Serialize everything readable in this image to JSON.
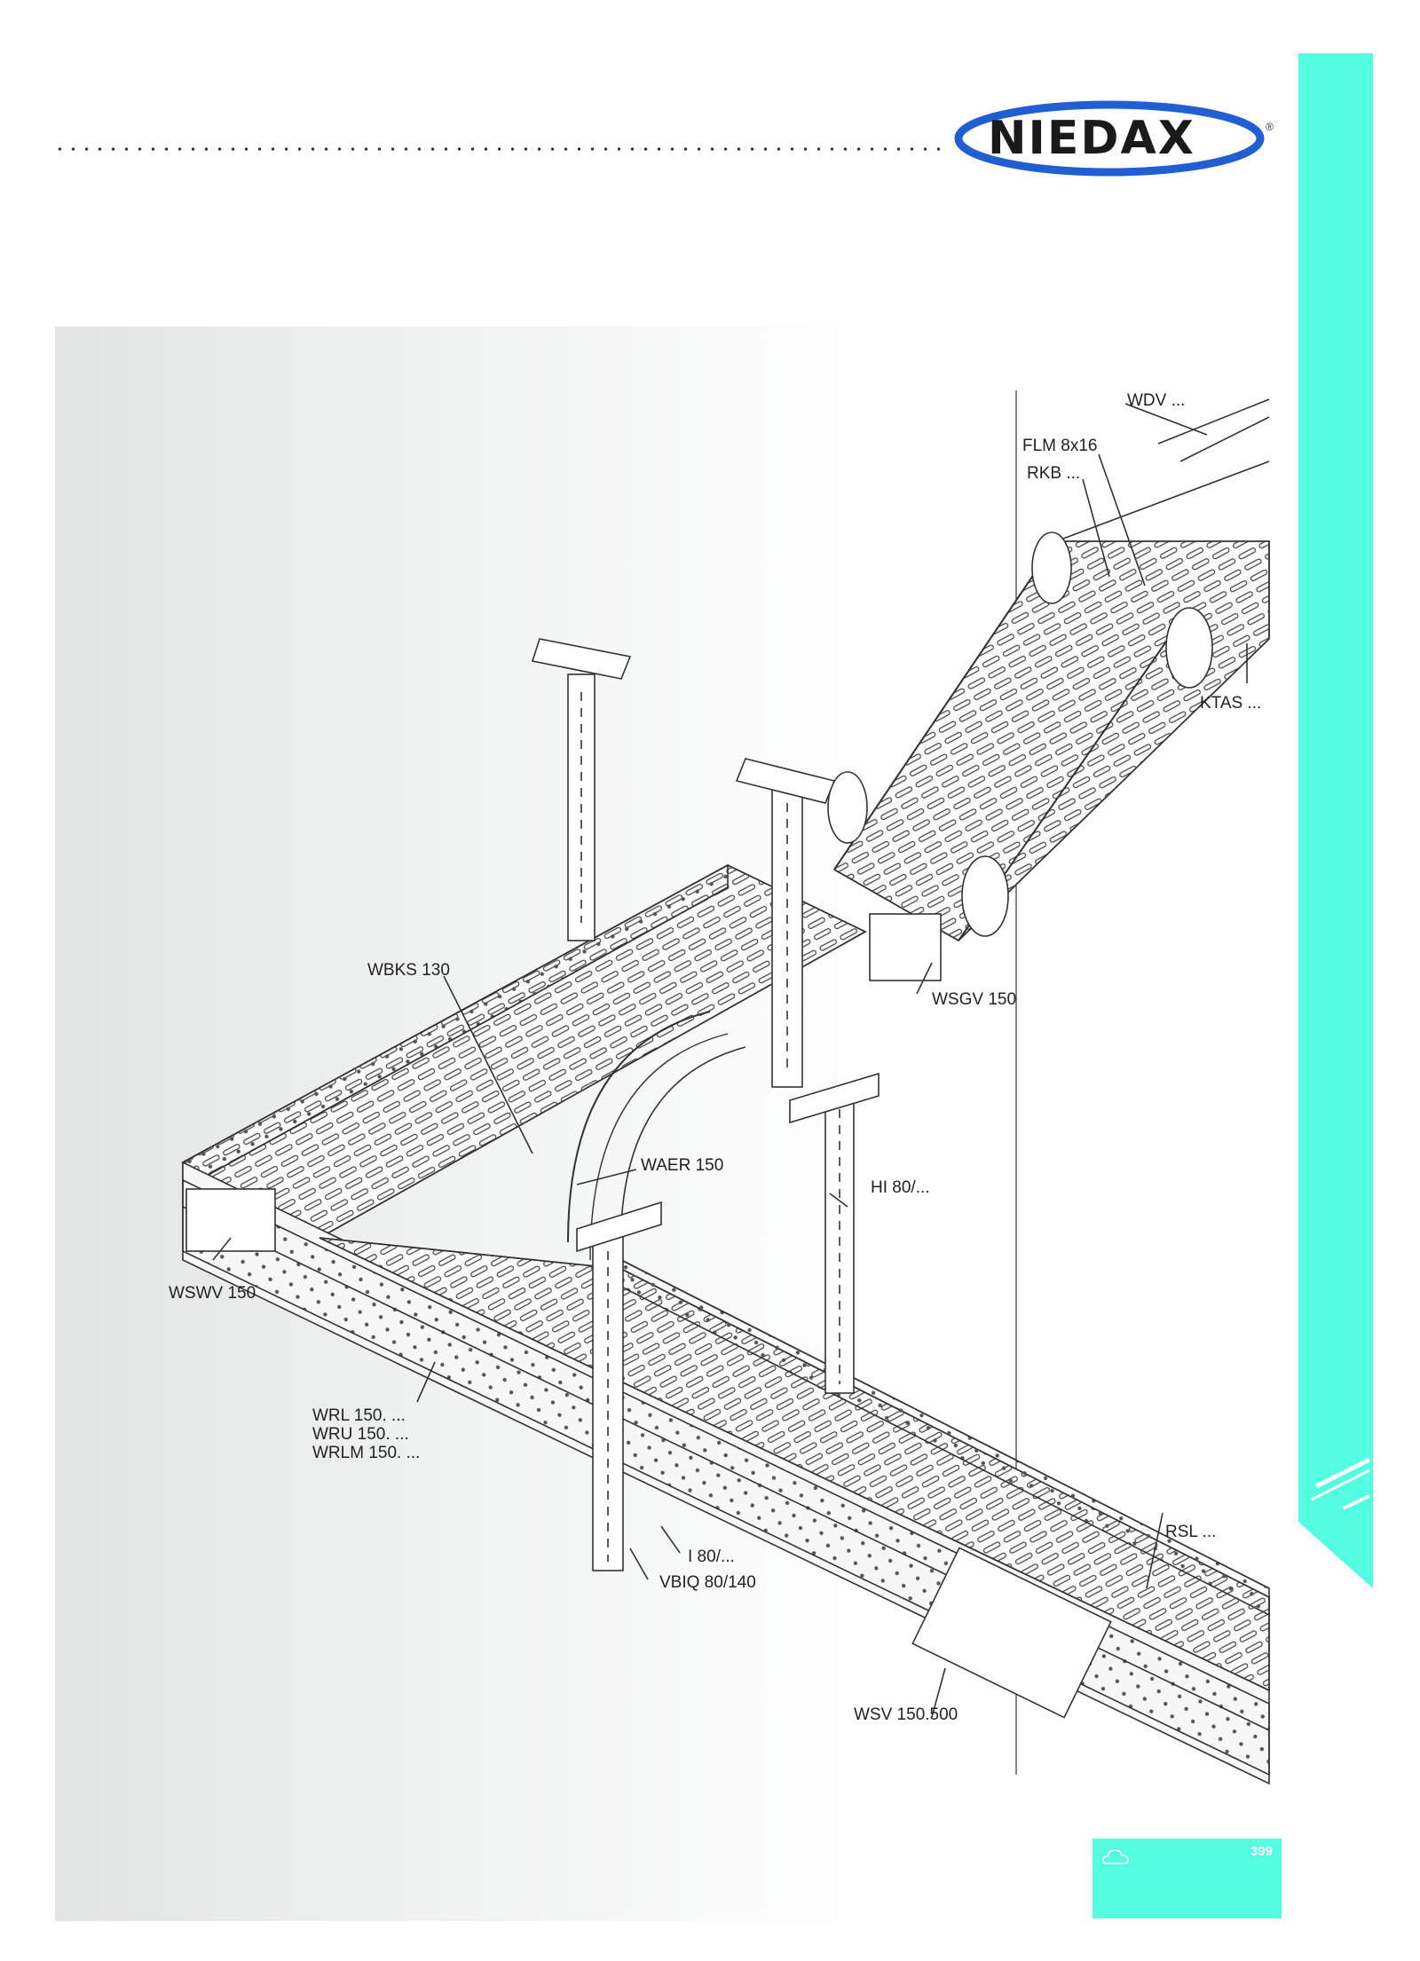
{
  "brand": {
    "name": "NIEDAX",
    "registered": "®"
  },
  "labels": {
    "wdv": "WDV ...",
    "flm": "FLM 8x16",
    "rkb": "RKB ...",
    "ktas": "KTAS ...",
    "wbks": "WBKS 130",
    "wsgv": "WSGV 150",
    "waer": "WAER 150",
    "hi": "HI 80/...",
    "wswv": "WSWV 150",
    "wrl": "WRL 150. ...",
    "wru": "WRU 150. ...",
    "wrlm": "WRLM 150. ...",
    "rsl": "RSL ...",
    "i80": "I 80/...",
    "vbiq": "VBIQ 80/140",
    "wsv": "WSV 150.500"
  },
  "page_number": "399",
  "colors": {
    "accent": "#52fde0",
    "panel": "#eceded",
    "line": "#333333"
  },
  "icons": {
    "footer": "cloud-icon"
  }
}
